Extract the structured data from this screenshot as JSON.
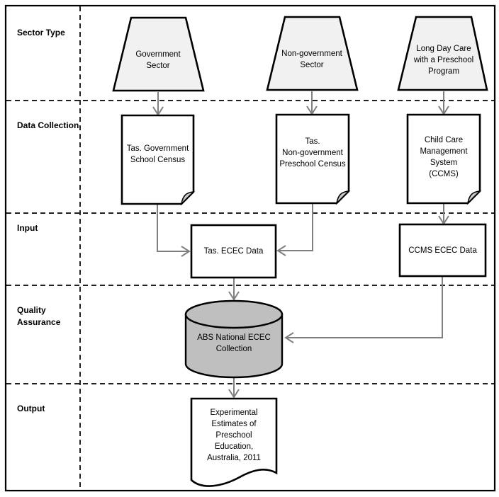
{
  "colors": {
    "border": "#000000",
    "sector_fill": "#f1f1f1",
    "document_fill": "#ffffff",
    "fold_fill": "#c9c9c9",
    "database_fill": "#bfbfbf",
    "arrow": "#7f7f7f",
    "background": "#ffffff"
  },
  "rows": [
    {
      "label": "Sector Type"
    },
    {
      "label": "Data Collection"
    },
    {
      "label": "Input"
    },
    {
      "label": "Quality\nAssurance"
    },
    {
      "label": "Output"
    }
  ],
  "nodes": {
    "sector_government": {
      "label": "Government\nSector",
      "shape": "trapezoid"
    },
    "sector_nongovernment": {
      "label": "Non-government\nSector",
      "shape": "trapezoid"
    },
    "sector_longdaycare": {
      "label": "Long Day Care\nwith a Preschool\nProgram",
      "shape": "trapezoid"
    },
    "collection_government": {
      "label": "Tas. Government\nSchool Census",
      "shape": "document"
    },
    "collection_nongovernment": {
      "label": "Tas.\nNon-government\nPreschool Census",
      "shape": "document"
    },
    "collection_ccms": {
      "label": "Child Care\nManagement\nSystem\n(CCMS)",
      "shape": "document"
    },
    "input_tas": {
      "label": "Tas. ECEC Data",
      "shape": "rectangle"
    },
    "input_ccms": {
      "label": "CCMS ECEC Data",
      "shape": "rectangle"
    },
    "qa_abs": {
      "label": "ABS National ECEC\nCollection",
      "shape": "database"
    },
    "output_publication": {
      "label": "Experimental\nEstimates of\nPreschool\nEducation,\nAustralia, 2011",
      "shape": "document-wave"
    }
  },
  "edges": [
    {
      "from": "sector_government",
      "to": "collection_government"
    },
    {
      "from": "sector_nongovernment",
      "to": "collection_nongovernment"
    },
    {
      "from": "sector_longdaycare",
      "to": "collection_ccms"
    },
    {
      "from": "collection_government",
      "to": "input_tas"
    },
    {
      "from": "collection_nongovernment",
      "to": "input_tas"
    },
    {
      "from": "collection_ccms",
      "to": "input_ccms"
    },
    {
      "from": "input_tas",
      "to": "qa_abs"
    },
    {
      "from": "input_ccms",
      "to": "qa_abs"
    },
    {
      "from": "qa_abs",
      "to": "output_publication"
    }
  ]
}
